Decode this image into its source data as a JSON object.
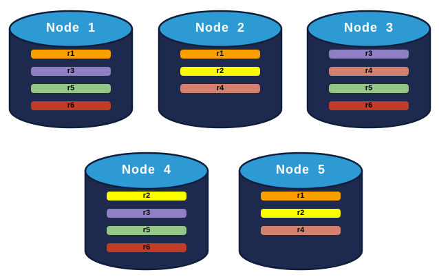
{
  "diagram": {
    "background": "#FFFFFF",
    "cylinder": {
      "body_color": "#1E2A4D",
      "outline_color": "#0F1E3A",
      "top_color": "#2D9AD3",
      "title_color": "#FFFFFF"
    },
    "replica_colors": {
      "r1": "#F9A000",
      "r2": "#FCFC00",
      "r3": "#8F7FC5",
      "r4": "#D3806F",
      "r5": "#94C785",
      "r6": "#C23B27"
    },
    "nodes": [
      {
        "title": "Node  1",
        "replicas": [
          "r1",
          "r3",
          "r5",
          "r6"
        ]
      },
      {
        "title": "Node  2",
        "replicas": [
          "r1",
          "r2",
          "r4"
        ]
      },
      {
        "title": "Node  3",
        "replicas": [
          "r3",
          "r4",
          "r5",
          "r6"
        ]
      },
      {
        "title": "Node  4",
        "replicas": [
          "r2",
          "r3",
          "r5",
          "r6"
        ]
      },
      {
        "title": "Node  5",
        "replicas": [
          "r1",
          "r2",
          "r4"
        ]
      }
    ],
    "layout": {
      "rows": [
        [
          0,
          1,
          2
        ],
        [
          3,
          4
        ]
      ]
    }
  }
}
